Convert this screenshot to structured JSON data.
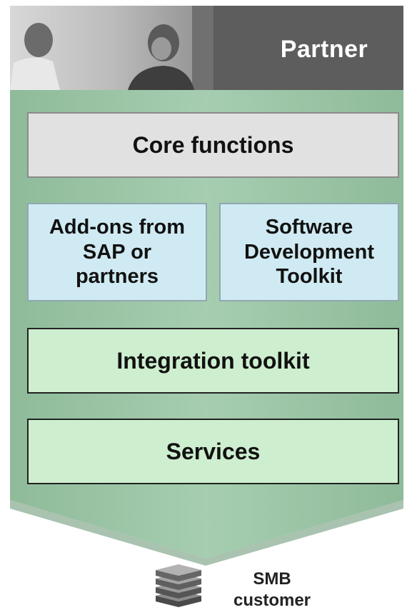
{
  "header": {
    "title": "Partner"
  },
  "boxes": {
    "core": "Core functions",
    "addons_line1": "Add-ons from",
    "addons_line2": "SAP or",
    "addons_line3": "partners",
    "sdk_line1": "Software",
    "sdk_line2": "Development",
    "sdk_line3": "Toolkit",
    "integration": "Integration toolkit",
    "services": "Services"
  },
  "customer": {
    "line1": "SMB",
    "line2": "customer"
  },
  "colors": {
    "panel_green": "#9cc4a6",
    "core_fill": "#e1e1e1",
    "blue_fill": "#cfeaf2",
    "green_fill": "#cdeecf",
    "header_gray": "#5d5d5d"
  }
}
